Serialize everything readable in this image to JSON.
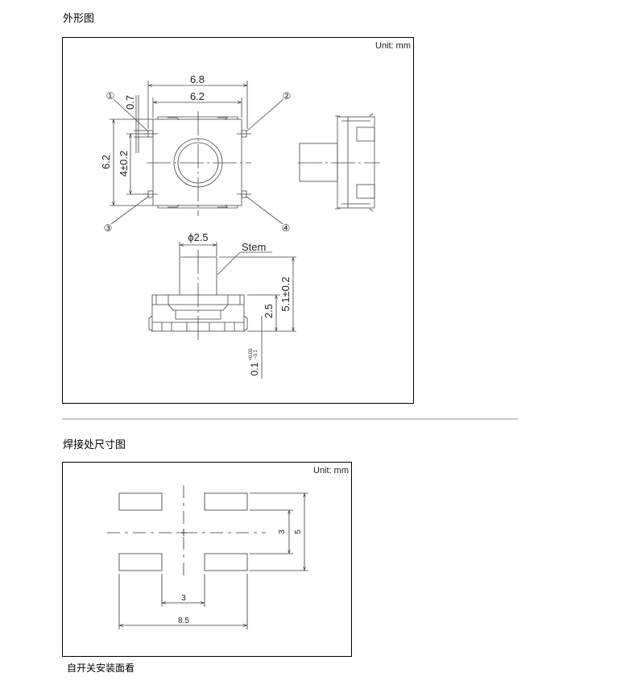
{
  "sections": [
    {
      "title": "外形图"
    },
    {
      "title": "焊接处尺寸图",
      "caption": "自开关安装面看"
    }
  ],
  "outline_drawing": {
    "unit": "Unit: mm",
    "dims": {
      "width_outer": "6.8",
      "width_body": "6.2",
      "terminal": "0.7",
      "height_body": "6.2",
      "terminal_pitch": "4±0.2",
      "stem_dia": "ϕ2.5",
      "stem_label": "Stem",
      "total_height": "5.1±0.2",
      "body_height": "2.5",
      "standoff": "0.1",
      "standoff_tol_plus": "+0.05",
      "standoff_tol_minus": "−0.1"
    },
    "terminals": [
      "①",
      "②",
      "③",
      "④"
    ]
  },
  "land_pattern": {
    "unit": "Unit: mm",
    "dims": {
      "inner_v": "3",
      "outer_v": "5",
      "inner_h": "3",
      "outer_h": "8.5"
    }
  }
}
